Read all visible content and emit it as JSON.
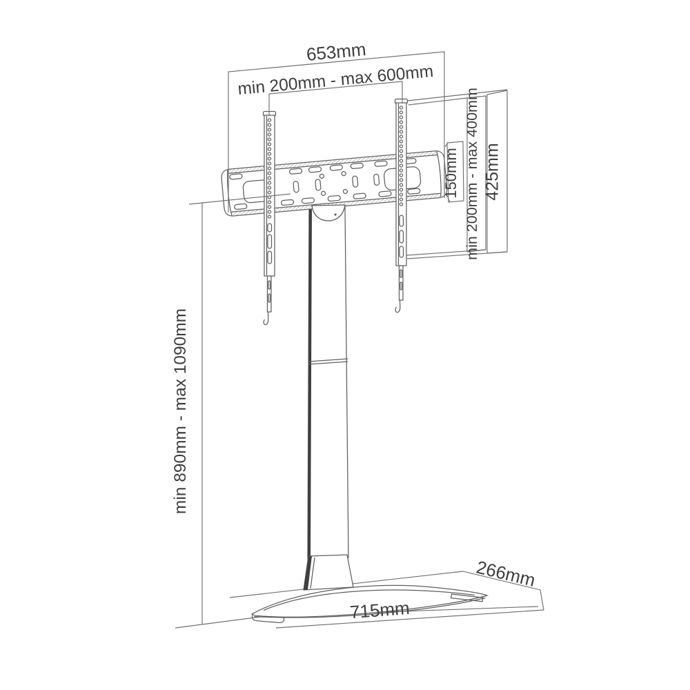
{
  "diagram": {
    "background_color": "#ffffff",
    "line_color": "#5e5e5e",
    "text_color": "#3e3e3e",
    "labels": {
      "bracket_total_width": "653mm",
      "mount_width_range": "min 200mm - max 600mm",
      "bar_height": "150mm",
      "mount_height_range": "min 200mm - max 400mm",
      "rail_total_height": "425mm",
      "stand_height_range": "min 890mm - max 1090mm",
      "base_depth": "266mm",
      "base_width": "715mm"
    }
  }
}
